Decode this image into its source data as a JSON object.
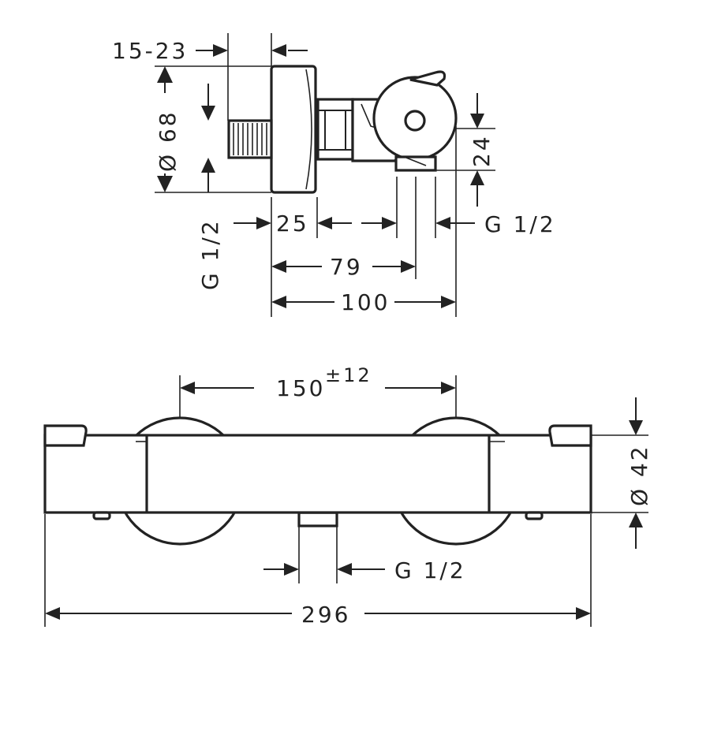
{
  "side_view": {
    "dim_15_23": "15-23",
    "dim_dia68": "Ø 68",
    "dim_24": "24",
    "dim_g12_left": "G 1/2",
    "dim_25": "25",
    "dim_g12_right": "G 1/2",
    "dim_79": "79",
    "dim_100": "100"
  },
  "front_view": {
    "dim_150": "150",
    "dim_150_tol": "±12",
    "dim_dia42": "Ø 42",
    "dim_g12_bottom": "G 1/2",
    "dim_296": "296"
  },
  "colors": {
    "line": "#222222",
    "background": "#ffffff"
  }
}
